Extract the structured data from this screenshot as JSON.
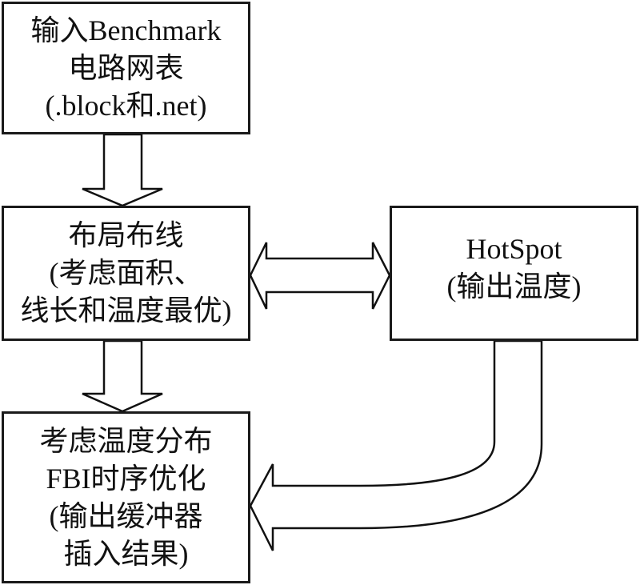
{
  "diagram": {
    "type": "flowchart",
    "nodes": [
      {
        "id": "input",
        "lines": [
          "输入Benchmark",
          "电路网表",
          "(.block和.net)"
        ]
      },
      {
        "id": "place_route",
        "lines": [
          "布局布线",
          "(考虑面积、",
          "线长和温度最优)"
        ]
      },
      {
        "id": "hotspot",
        "lines": [
          "HotSpot",
          "(输出温度)"
        ]
      },
      {
        "id": "fbi_opt",
        "lines": [
          "考虑温度分布",
          "FBI时序优化",
          "(输出缓冲器",
          "插入结果)"
        ]
      }
    ],
    "edges": [
      {
        "from": "input",
        "to": "place_route",
        "style": "block-arrow-down"
      },
      {
        "from": "place_route",
        "to": "hotspot",
        "style": "block-arrow-bidirectional"
      },
      {
        "from": "place_route",
        "to": "fbi_opt",
        "style": "block-arrow-down"
      },
      {
        "from": "hotspot",
        "to": "fbi_opt",
        "style": "curved-block-arrow"
      }
    ],
    "colors": {
      "stroke": "#111111",
      "fill": "#ffffff",
      "text": "#111111"
    }
  }
}
